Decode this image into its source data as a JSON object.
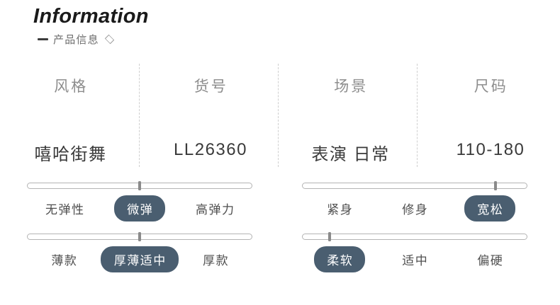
{
  "header": {
    "title": "Information",
    "subtitle": "产品信息",
    "dash_icon": "dash-icon",
    "diamond_icon": "diamond-outline-icon"
  },
  "spec_table": {
    "columns": [
      {
        "header": "风格",
        "value": "嘻哈街舞"
      },
      {
        "header": "货号",
        "value": "LL26360"
      },
      {
        "header": "场景",
        "value": "表演 日常"
      },
      {
        "header": "尺码",
        "value": "110-180"
      }
    ]
  },
  "sliders": [
    {
      "name": "elasticity",
      "options": [
        "无弹性",
        "微弹",
        "高弹力"
      ],
      "selected_index": 1,
      "thumb_percent": 50
    },
    {
      "name": "fit",
      "options": [
        "紧身",
        "修身",
        "宽松"
      ],
      "selected_index": 2,
      "thumb_percent": 86
    },
    {
      "name": "thickness",
      "options": [
        "薄款",
        "厚薄适中",
        "厚款"
      ],
      "selected_index": 1,
      "thumb_percent": 50
    },
    {
      "name": "softness",
      "options": [
        "柔软",
        "适中",
        "偏硬"
      ],
      "selected_index": 0,
      "thumb_percent": 12
    }
  ],
  "colors": {
    "selected_pill": "#4a5e70",
    "title": "#1a1a1a",
    "header_text": "#8d8d8d",
    "value_text": "#3a3a3a",
    "option_text": "#4f4f4f",
    "divider": "#cfcfcf",
    "track_border": "#b4b4b4",
    "thumb": "#8a8a8a",
    "background": "#ffffff"
  }
}
